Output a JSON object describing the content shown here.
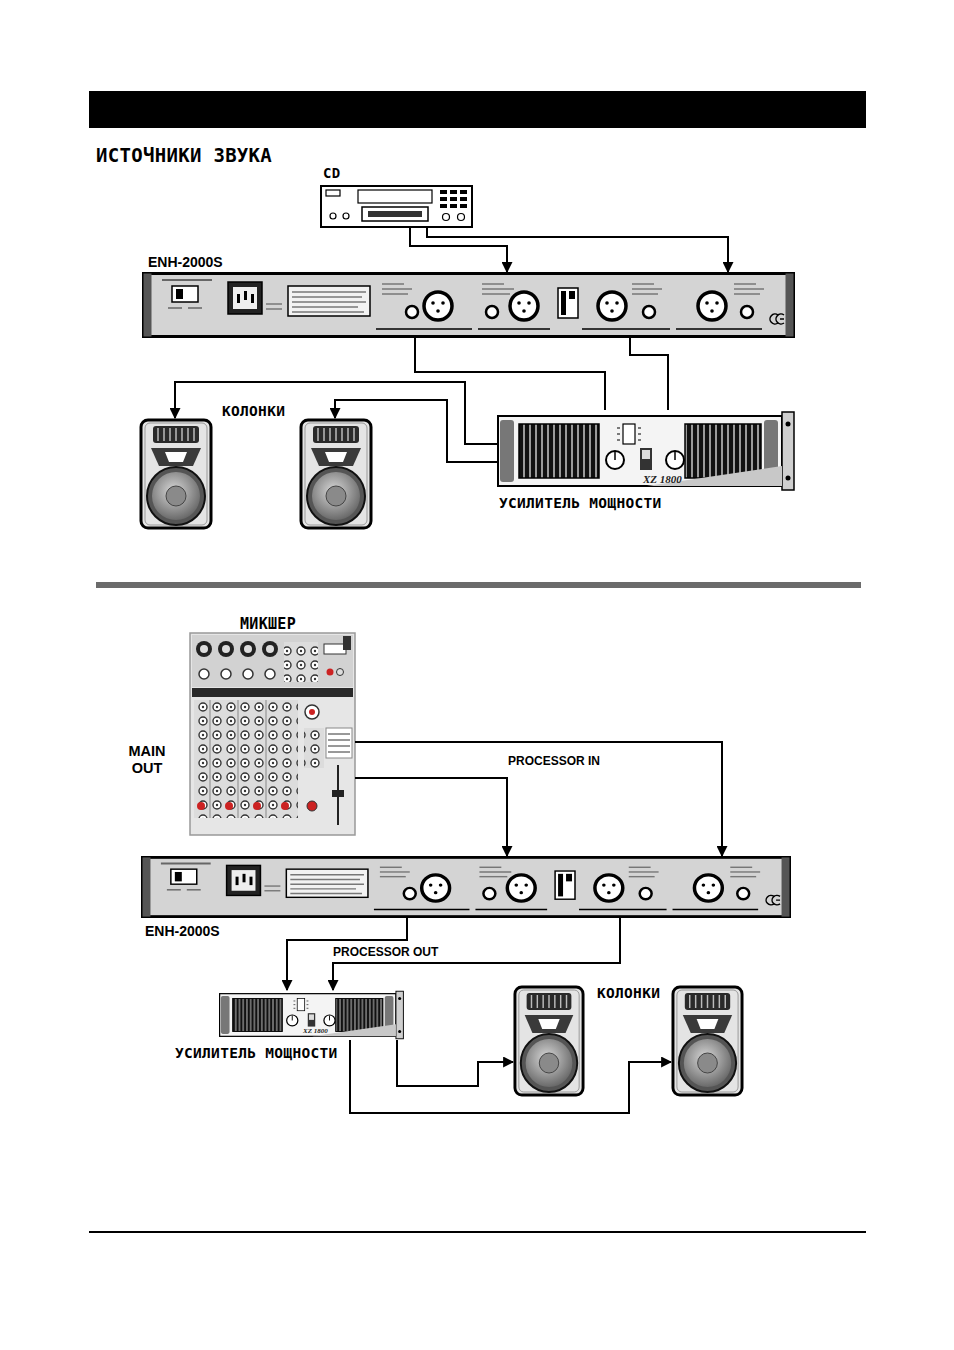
{
  "diagram": {
    "title": "ИСТОЧНИКИ ЗВУКА",
    "nodes": [
      {
        "text": [
          "CD"
        ]
      },
      {
        "text": [
          "ENH-2000S"
        ]
      },
      {
        "text": []
      },
      {
        "text": []
      },
      {
        "text": [
          "XZ 1800",
          "УСИЛИТЕЛЬ МОЩНОСТИ"
        ]
      },
      {
        "text": [
          "МИКШЕР"
        ]
      },
      {
        "text": [
          "ENH-2000S"
        ]
      },
      {
        "text": [
          "XZ 1800",
          "УСИЛИТЕЛЬ МОЩНОСТИ"
        ]
      },
      {
        "text": []
      },
      {
        "text": []
      }
    ],
    "edges": [
      {
        "from": 0,
        "to": 1,
        "arrow": "to"
      },
      {
        "from": 0,
        "to": 1,
        "arrow": "to"
      },
      {
        "from": 1,
        "to": 4,
        "arrow": "none"
      },
      {
        "from": 1,
        "to": 4,
        "arrow": "none"
      },
      {
        "from": 4,
        "to": 2,
        "arrow": "to"
      },
      {
        "from": 4,
        "to": 3,
        "arrow": "to"
      },
      {
        "from": 5,
        "to": 6,
        "label": "PROCESSOR IN",
        "arrow": "to"
      },
      {
        "from": 5,
        "to": 6,
        "arrow": "to"
      },
      {
        "from": 6,
        "to": 7,
        "arrow": "to"
      },
      {
        "from": 6,
        "to": 7,
        "label": "PROCESSOR OUT",
        "arrow": "to"
      },
      {
        "from": 7,
        "to": 8,
        "arrow": "to"
      },
      {
        "from": 7,
        "to": 9,
        "arrow": "to"
      }
    ],
    "labels": [
      "КОЛОНКИ",
      "MAIN OUT",
      "КОЛОНКИ"
    ]
  }
}
